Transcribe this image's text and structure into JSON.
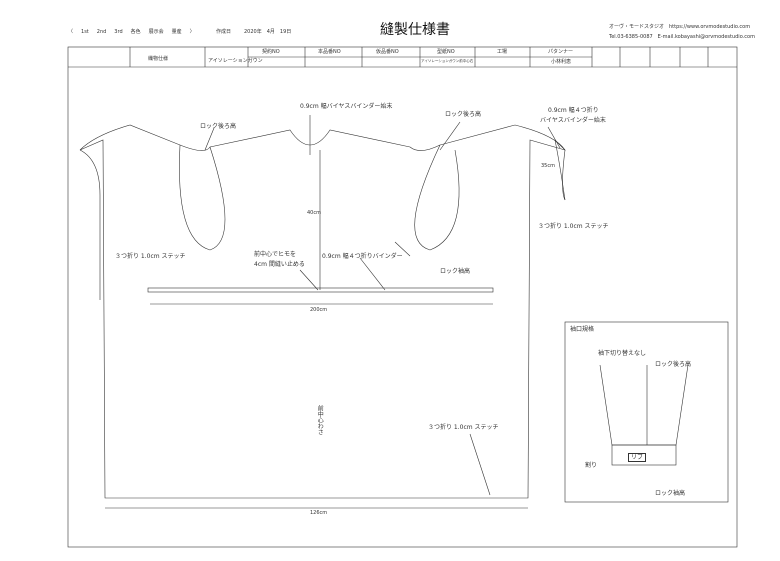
{
  "header": {
    "nav": [
      "〈",
      "1st",
      "2nd",
      "3rd",
      "各色",
      "展示会",
      "量産",
      "〉"
    ],
    "created_label": "作成日",
    "date": "2020年　4月　19日",
    "title": "縫製仕様書",
    "company": "オーヴ・モードスタジオ　https://www.orvmodestudio.com",
    "contact": "Tel.03-6385-0087　E-mail.kobayashi@orvmodestudio.com"
  },
  "table": {
    "fabric_label": "織物仕様",
    "product": "アイソレーションガウン",
    "headers": [
      "契約NO",
      "本品番NO",
      "仮品番NO",
      "型紙NO",
      "工場",
      "パタンナー"
    ],
    "values": [
      "",
      "",
      "",
      "アイソレーションガウン前中心右",
      "",
      "小林利恵"
    ]
  },
  "drawing": {
    "labels": {
      "bias_neck": "0.9cm 幅バイヤスバインダー始末",
      "lock_back_l": "ロック後ろ高",
      "lock_back_r": "ロック後ろ高",
      "bias_arm1": "0.9cm 幅４つ折り",
      "bias_arm2": "バイヤスバインダー始末",
      "len35": "35cm",
      "stitch_r": "３つ折り 1.0cm ステッチ",
      "len40": "40cm",
      "stitch_l": "３つ折り 1.0cm ステッチ",
      "tie1": "前中心でヒモを",
      "tie2": "4cm 間縫い止める",
      "binder": "0.9cm 幅４つ折りバインダー",
      "lock_sleeve": "ロック袖高",
      "len200": "200cm",
      "front_center": "前中心わさ",
      "stitch_hem": "３つ折り 1.0cm ステッチ",
      "len126": "126cm"
    },
    "cuff": {
      "title": "袖口規格",
      "no_switch": "袖下切り替えなし",
      "lock_back": "ロック後ろ高",
      "rib": "リブ",
      "split": "割り",
      "lock_sleeve": "ロック袖高"
    }
  }
}
